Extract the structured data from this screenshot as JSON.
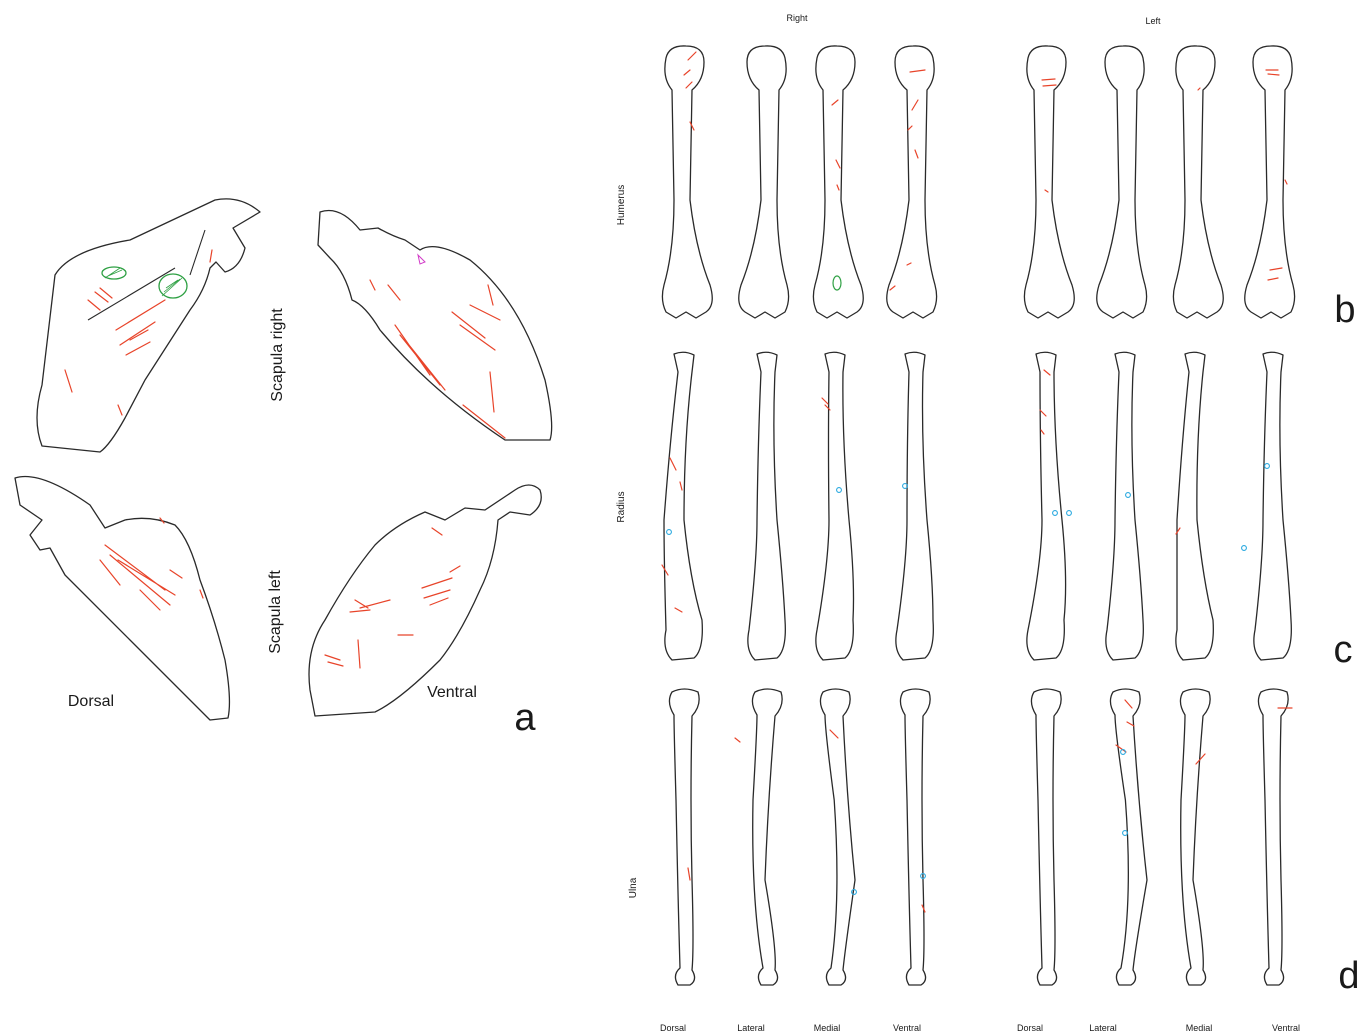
{
  "colors": {
    "outline": "#2a2a2a",
    "cut_mark": "#e8442a",
    "hatched_area": "#2ea043",
    "pit": "#29a9e0",
    "other_mark": "#d23cc8"
  },
  "panel_a": {
    "letter": "a",
    "row_labels": [
      "Scapula right",
      "Scapula left"
    ],
    "view_labels": [
      "Dorsal",
      "Ventral"
    ]
  },
  "panels_bcd": {
    "side_headers": [
      "Right",
      "Left"
    ],
    "bones": [
      {
        "name": "Humerus",
        "letter": "b"
      },
      {
        "name": "Radius",
        "letter": "c"
      },
      {
        "name": "Ulna",
        "letter": "d"
      }
    ],
    "view_labels": [
      "Dorsal",
      "Lateral",
      "Medial",
      "Ventral",
      "Dorsal",
      "Lateral",
      "Medial",
      "Ventral"
    ]
  }
}
